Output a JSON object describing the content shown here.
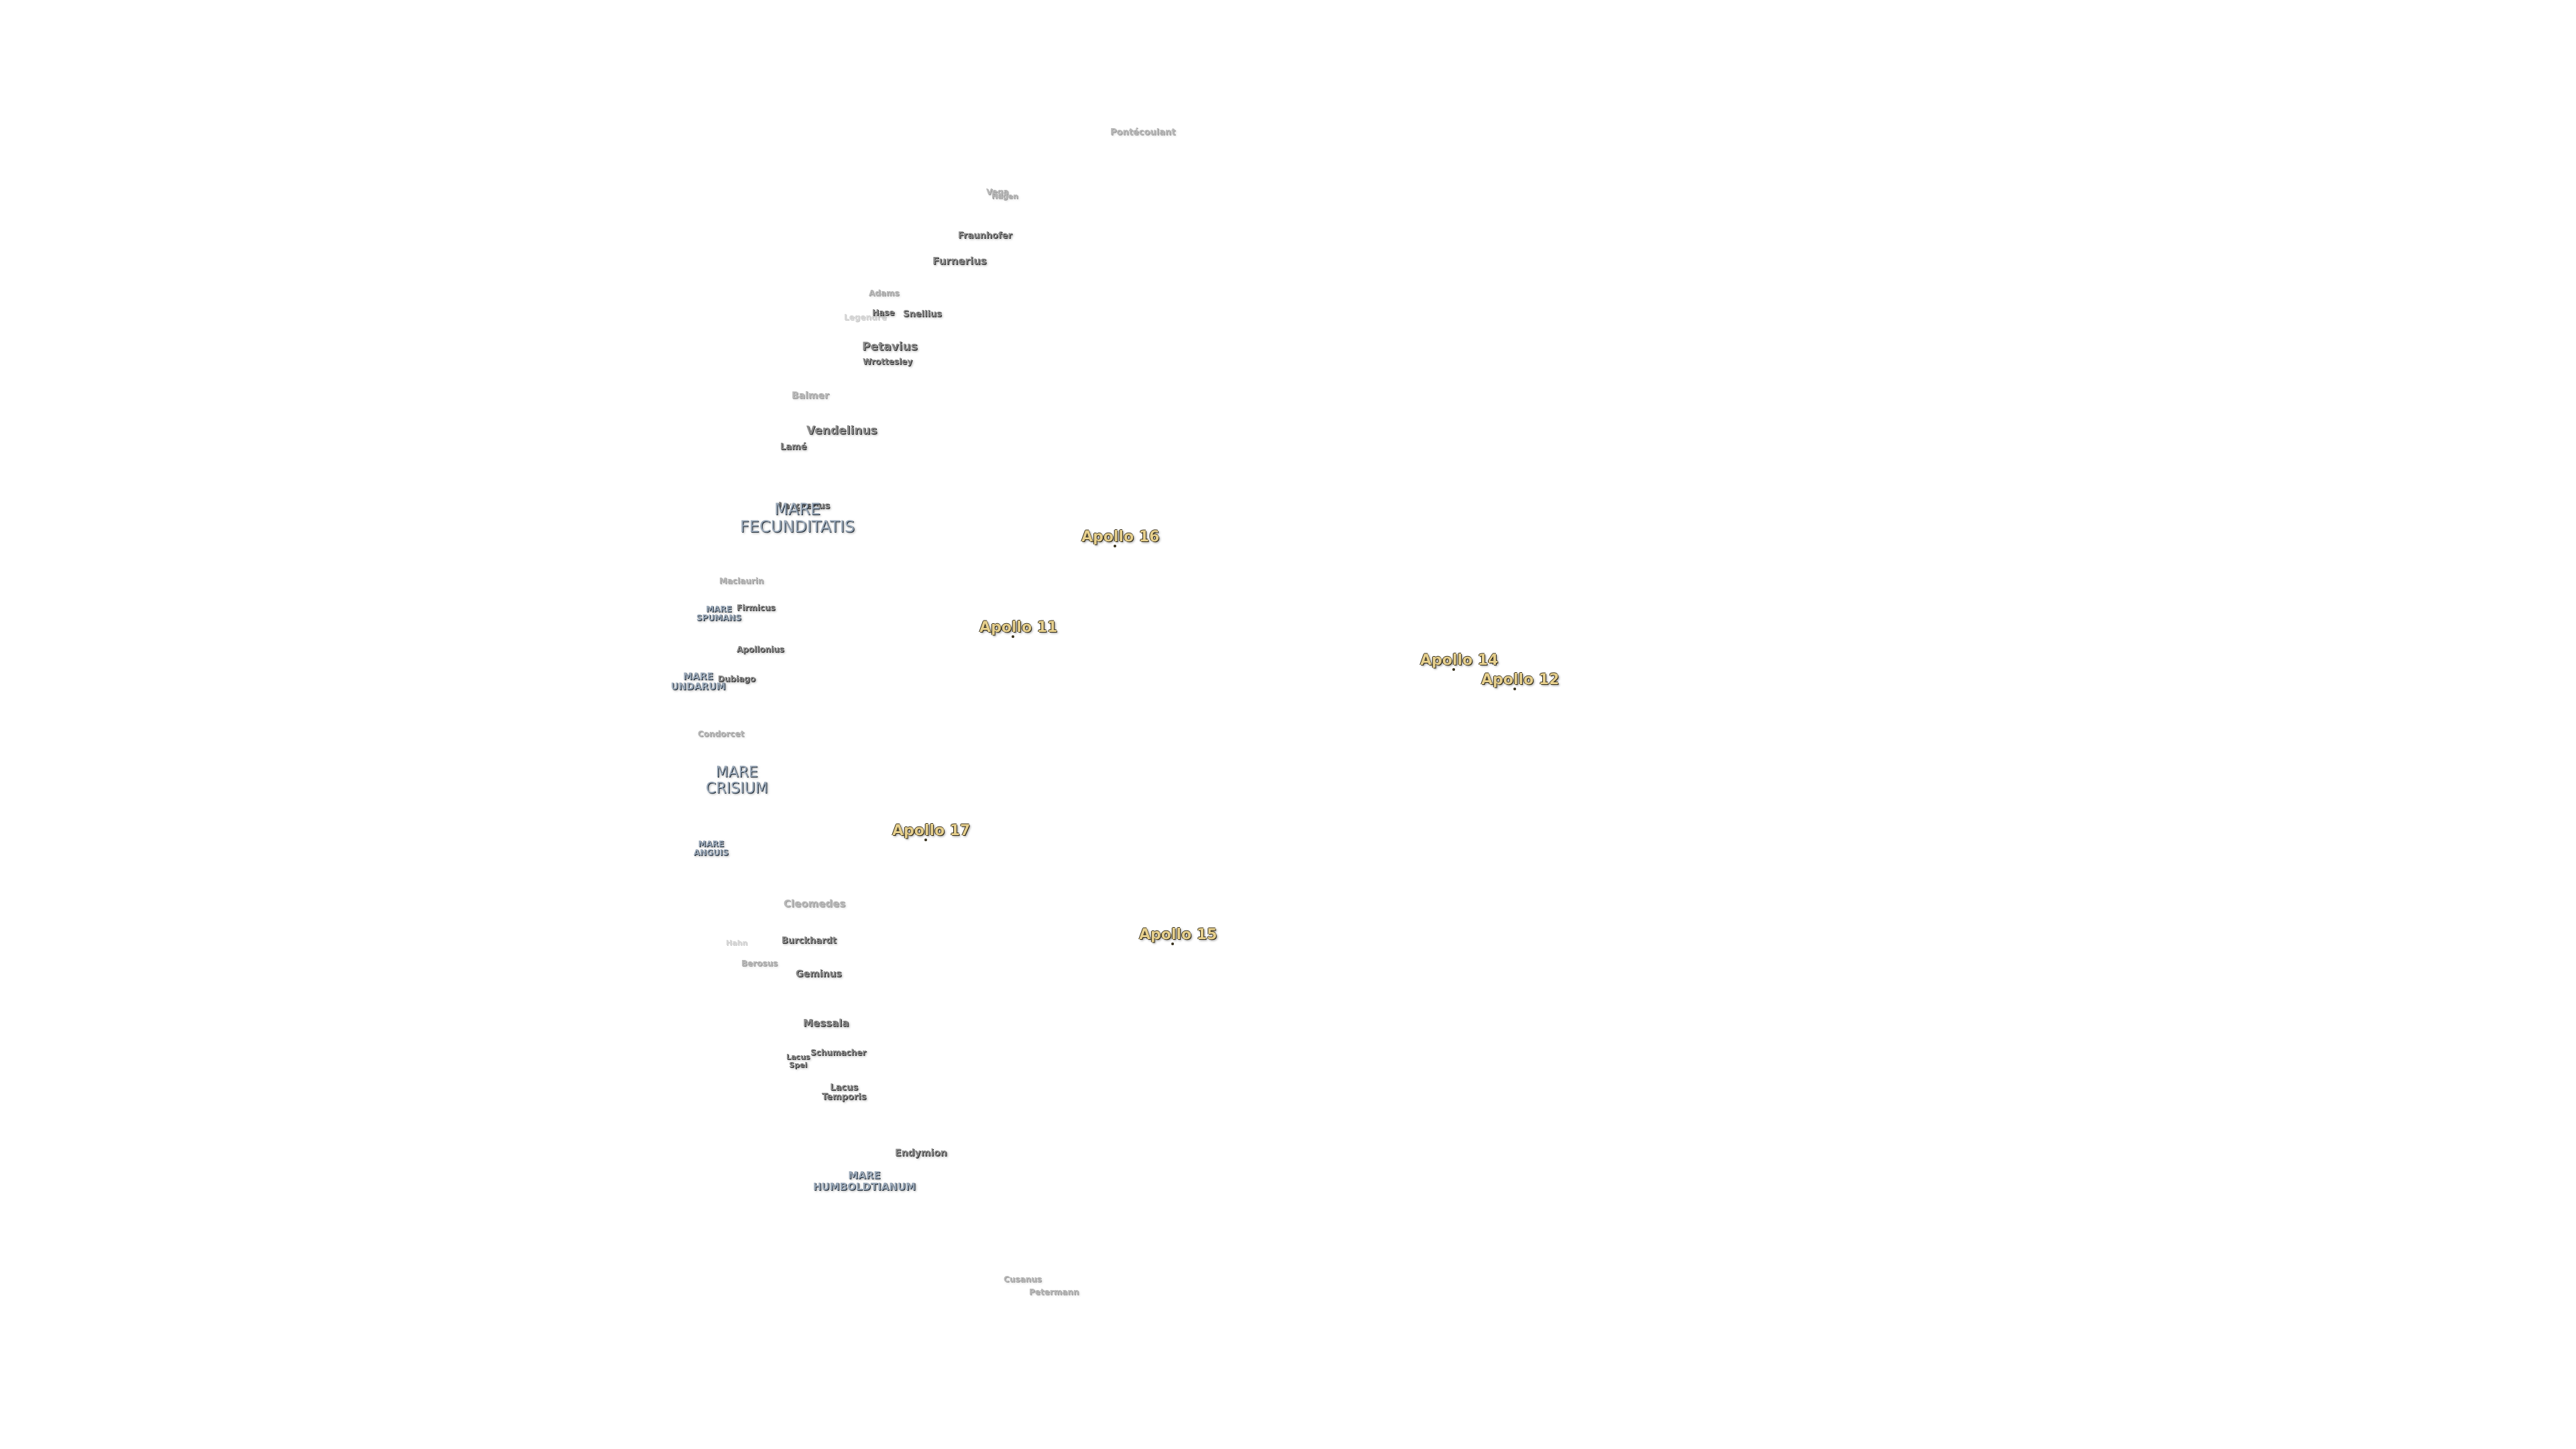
{
  "craters": {
    "pontecoulant": "Pontécoulant",
    "vega": "Vega",
    "hagen": "Hagen",
    "fraunhofer": "Fraunhofer",
    "furnerius": "Furnerius",
    "adams": "Adams",
    "legendre": "Legendre",
    "hase": "Hase",
    "snellius": "Snellius",
    "petavius": "Petavius",
    "wrottesley": "Wrottesley",
    "balmer": "Balmer",
    "vendelinus": "Vendelinus",
    "lame": "Lamé",
    "langrenus": "Langrenus",
    "maclaurin": "Maclaurin",
    "firmicus": "Firmicus",
    "apollonius": "Apollonius",
    "dubiago": "Dubiago",
    "condorcet": "Condorcet",
    "cleomedes": "Cleomedes",
    "burckhardt": "Burckhardt",
    "berosus": "Berosus",
    "geminus": "Geminus",
    "hahn": "Hahn",
    "messala": "Messala",
    "schumacher": "Schumacher",
    "lacus_spei": "Lacus\nSpei",
    "lacus_temporis": "Lacus\nTemporis",
    "endymion": "Endymion",
    "cusanus": "Cusanus",
    "petermann": "Petermann"
  },
  "maria": {
    "fecunditatis": "MARE\nFECUNDITATIS",
    "spumans": "MARE\nSPUMANS",
    "undarum": "MARE\nUNDARUM",
    "crisium": "MARE\nCRISIUM",
    "anguis": "MARE\nANGUIS",
    "humboldtianum": "MARE\nHUMBOLDTIANUM"
  },
  "apollo": {
    "a16": "Apollo 16",
    "a11": "Apollo 11",
    "a14": "Apollo 14",
    "a12": "Apollo 12",
    "a17": "Apollo 17",
    "a15": "Apollo 15"
  },
  "colors": {
    "crater_text": "#8a8a8a",
    "mare_text": "#9aa8b8",
    "apollo_text": "#e6cf8c",
    "background": "#ffffff"
  }
}
